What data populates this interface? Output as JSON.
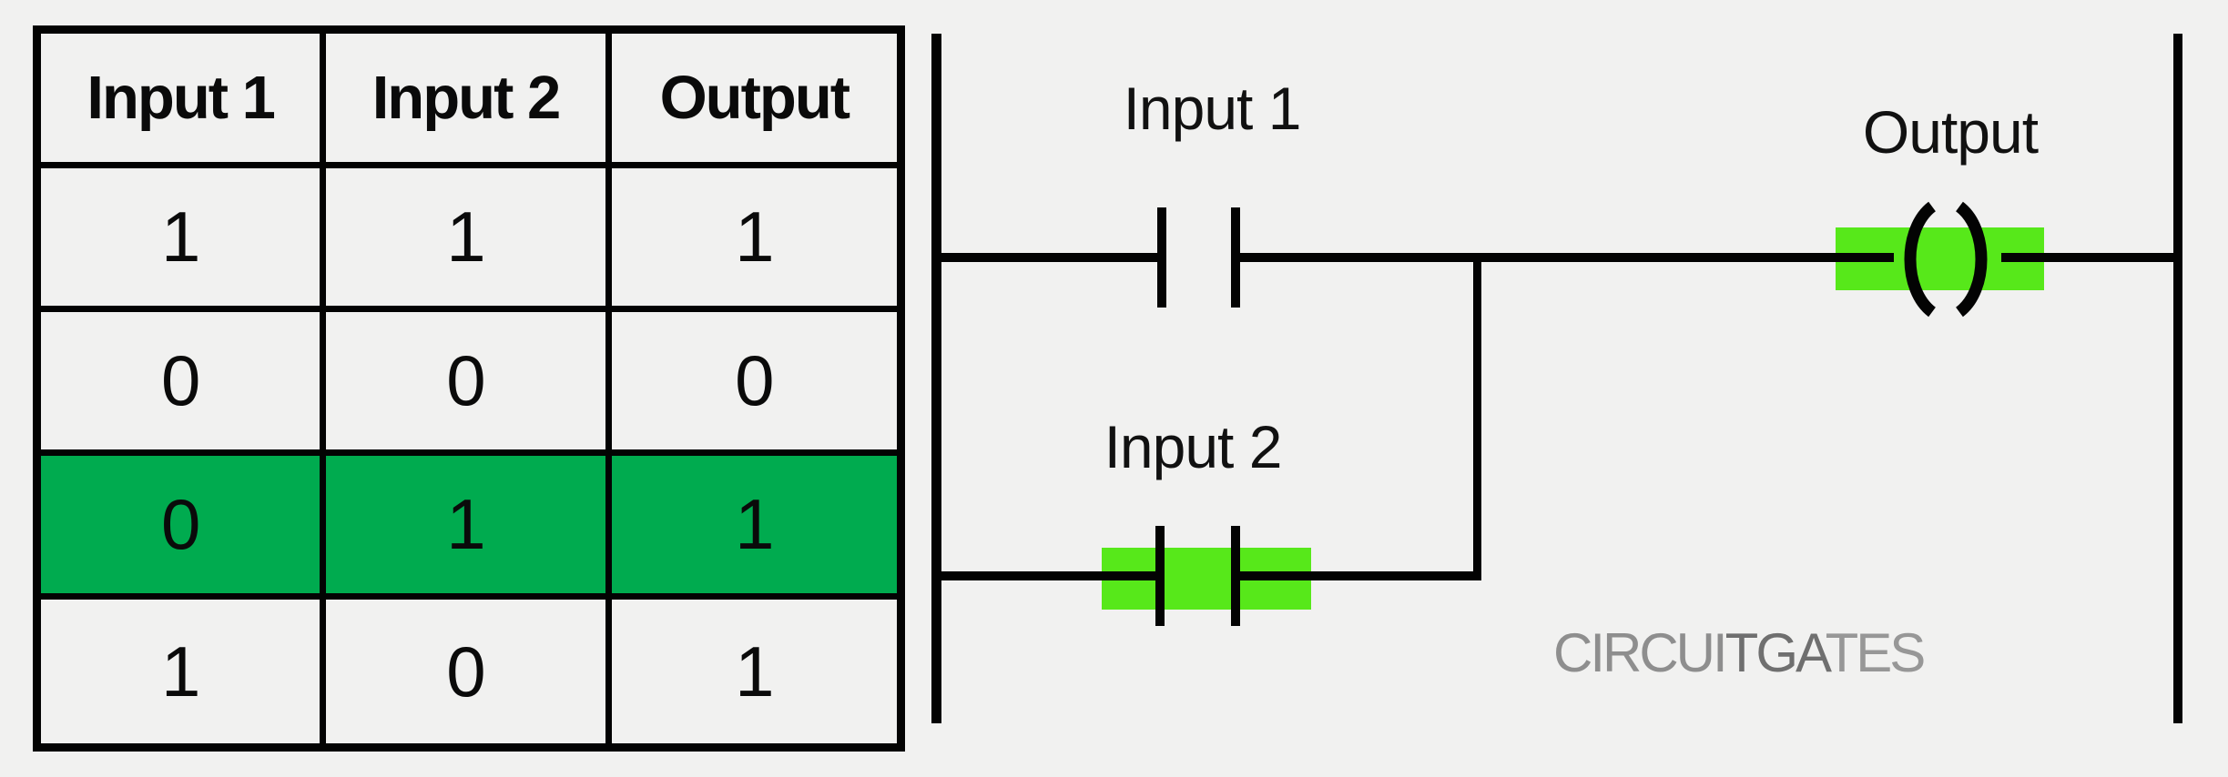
{
  "page": {
    "background_color": "#F1F1F0",
    "line_color": "#030303"
  },
  "truth_table": {
    "headers": [
      "Input 1",
      "Input 2",
      "Output"
    ],
    "rows": [
      [
        "1",
        "1",
        "1"
      ],
      [
        "0",
        "0",
        "0"
      ],
      [
        "0",
        "1",
        "1"
      ],
      [
        "1",
        "0",
        "1"
      ]
    ],
    "highlighted_row_index": 2,
    "highlight_color": "#00AB4F"
  },
  "ladder": {
    "active_highlight_color": "#57E81A",
    "input1_contact": {
      "label": "Input 1",
      "type": "normally-open-contact",
      "highlighted": false
    },
    "input2_contact": {
      "label": "Input 2",
      "type": "normally-open-contact",
      "highlighted": true
    },
    "output_coil": {
      "label": "Output",
      "type": "coil",
      "highlighted": true
    },
    "watermark": {
      "full_text": "CIRCUITGATES",
      "parts": [
        {
          "text": "CIRCUI",
          "color": "#8E8E8E"
        },
        {
          "text": "TGA",
          "color": "#6F6F6F"
        },
        {
          "text": "TES",
          "color": "#979797"
        }
      ]
    }
  }
}
